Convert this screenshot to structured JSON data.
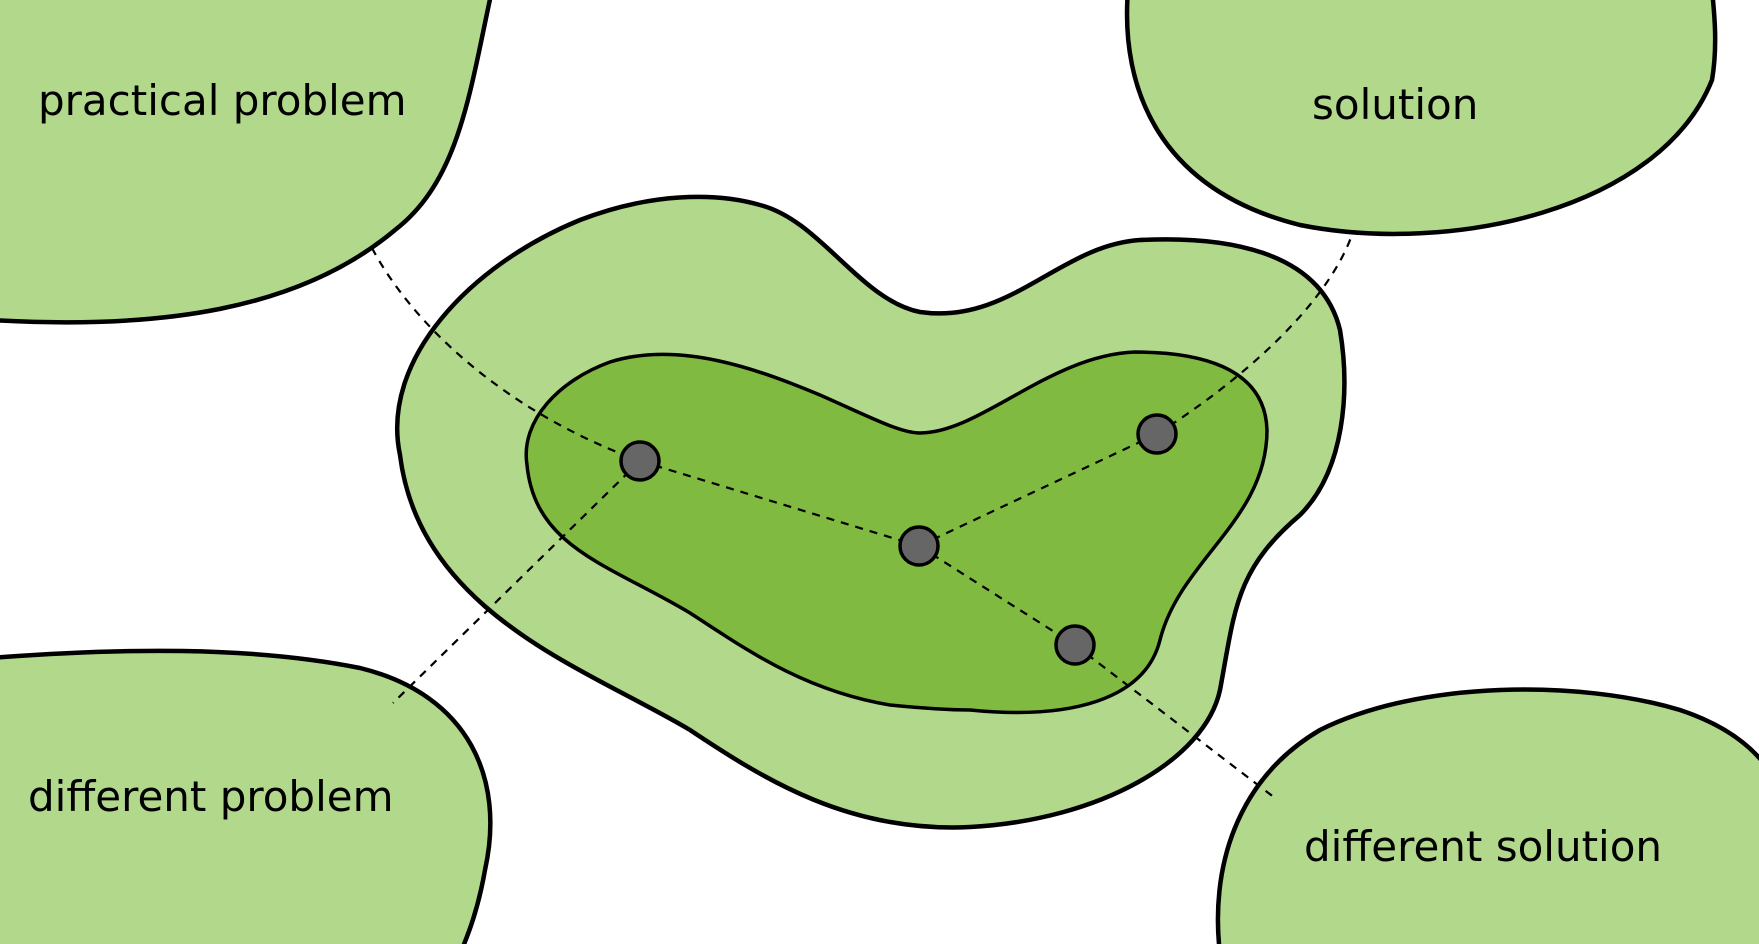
{
  "colors": {
    "light_region": "#b2d88c",
    "dark_region": "#80ba40",
    "node_fill": "#666666",
    "outline": "#000000"
  },
  "labels": {
    "practical_problem": "practical problem",
    "solution": "solution",
    "different_problem": "different problem",
    "different_solution": "different solution"
  }
}
